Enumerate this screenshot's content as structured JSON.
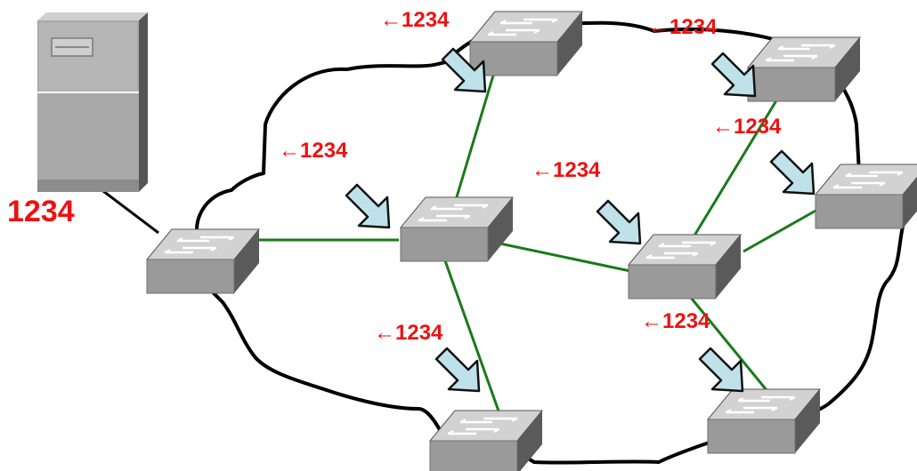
{
  "diagram": {
    "server_label": "1234",
    "advert_labels": [
      "←1234",
      "←1234",
      "←1234",
      "←1234",
      "←1234",
      "←1234",
      "←1234"
    ],
    "colors": {
      "label": "#ee1111",
      "cloud_outline": "#000000",
      "link": "#1a7a1a",
      "arrow_fill": "#bfe2ea",
      "switch_top": "#d2d2d2",
      "switch_front": "#9a9a9a",
      "switch_side": "#5a5a5a",
      "server_body": "#a8a8a8"
    },
    "icons": {
      "server": "server-icon",
      "switch": "network-switch-icon",
      "arrow": "down-right-arrow-icon"
    }
  }
}
